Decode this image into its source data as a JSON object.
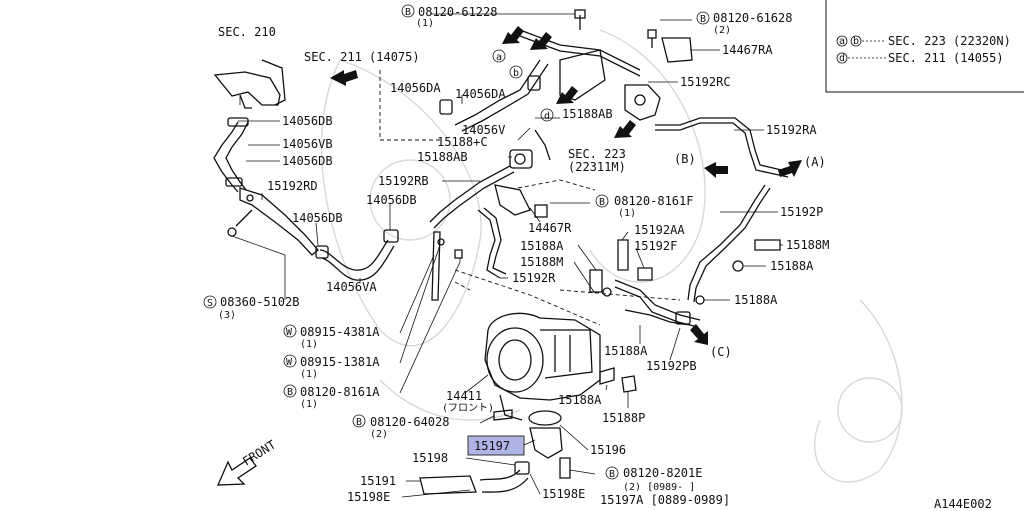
{
  "section_labels": {
    "sec210": "SEC. 210",
    "sec211": "SEC. 211 (14075)",
    "sec223": "SEC. 223",
    "sec223_sub": "(22311M)"
  },
  "legend": {
    "ab_text": "SEC. 223 (22320N)",
    "d_text": "SEC. 211 (14055)",
    "a": "a",
    "b": "b",
    "d": "d"
  },
  "callouts": {
    "a": "a",
    "b": "b",
    "d": "d",
    "A": "(A)",
    "B": "(B)",
    "C": "(C)"
  },
  "parts": {
    "p08120_61228": "08120-61228",
    "q1a": "(1)",
    "p08120_61628": "08120-61628",
    "q2a": "(2)",
    "p14467RA": "14467RA",
    "p15192RC": "15192RC",
    "p14056DA_1": "14056DA",
    "p14056DA_2": "14056DA",
    "p14056DB_1": "14056DB",
    "p14056VB": "14056VB",
    "p14056DB_2": "14056DB",
    "p14056V": "14056V",
    "p15188AB_1": "15188AB",
    "p15188C": "15188+C",
    "p15188AB_2": "15188AB",
    "p15192RA": "15192RA",
    "p15192RB": "15192RB",
    "p15192RD": "15192RD",
    "p14056DB_3": "14056DB",
    "p14056DB_4": "14056DB",
    "p08120_8161F": "08120-8161F",
    "q1b": "(1)",
    "p14467R": "14467R",
    "p15192P": "15192P",
    "p15188A_1": "15188A",
    "p15192AA": "15192AA",
    "p15188M_1": "15188M",
    "p15192F": "15192F",
    "p15188M_2": "15188M",
    "p15188A_2": "15188A",
    "p15192R": "15192R",
    "p14056VA": "14056VA",
    "p08360_5102B": "08360-5102B",
    "q3": "(3)",
    "p15188A_3": "15188A",
    "p08915_4381A": "08915-4381A",
    "q1c": "(1)",
    "p08915_1381A": "08915-1381A",
    "q1d": "(1)",
    "p15188A_4": "15188A",
    "p15192PB": "15192PB",
    "p08120_8161A": "08120-8161A",
    "q1e": "(1)",
    "p14411": "14411",
    "p14411_sub": "(フロント)",
    "p15188A_5": "15188A",
    "p15188P": "15188P",
    "p08120_64028": "08120-64028",
    "q2b": "(2)",
    "p15197": "15197",
    "p15196": "15196",
    "p15198": "15198",
    "p15191": "15191",
    "p15198E_1": "15198E",
    "p15198E_2": "15198E",
    "p08120_8201E": "08120-8201E",
    "q2c": "(2) [0989-    ]",
    "p15197A": "15197A  [0889-0989]"
  },
  "markers": {
    "B": "B",
    "S": "S",
    "W": "W"
  },
  "front_label": "FRONT",
  "diagram_code": "A144E002"
}
